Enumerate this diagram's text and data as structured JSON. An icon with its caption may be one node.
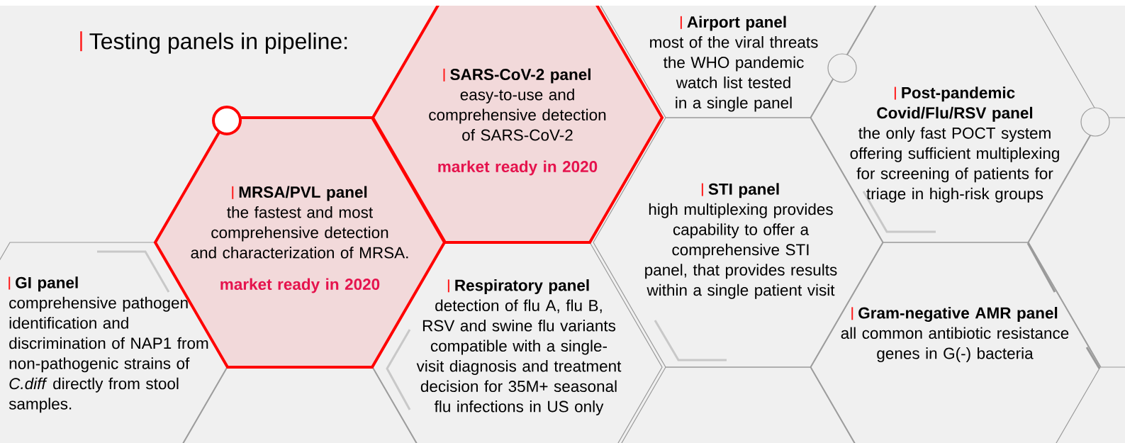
{
  "diagram": {
    "title": "Testing panels in pipeline:",
    "nodes": [
      {
        "text": [
          "GI panel",
          "comprehensive pathogen identification and discrimination of NAP1 from non-pathogenic strains of *C.diff* directly from stool samples."
        ]
      },
      {
        "text": [
          "MRSA/PVL panel",
          "the fastest and most comprehensive detection and characterization of  MRSA.",
          "market ready in 2020"
        ]
      },
      {
        "text": [
          "Respiratory panel",
          "detection of flu A, flu B, RSV and swine flu variants compatible with a single-visit diagnosis and treatment decision for 35M+ seasonal flu infections  in US only"
        ]
      },
      {
        "text": [
          "SARS-CoV-2 panel",
          "easy-to-use and comprehensive detection of SARS-CoV-2",
          "market ready in 2020"
        ]
      },
      {
        "text": [
          "Airport panel",
          "most of the viral threats the WHO pandemic watch list tested in a single panel"
        ]
      },
      {
        "text": [
          "STI panel",
          "high multiplexing provides capability to offer a comprehensive STI panel, that provides results within a single patient visit"
        ]
      },
      {
        "text": [
          "Post-pandemic Covid/Flu/RSV panel",
          "the only fast POCT system offering sufficient multiplexing for screening of patients for triage in high-risk groups"
        ]
      },
      {
        "text": [
          "Gram-negative AMR panel",
          "all common antibiotic resistance genes in G(-) bacteria"
        ]
      }
    ]
  }
}
